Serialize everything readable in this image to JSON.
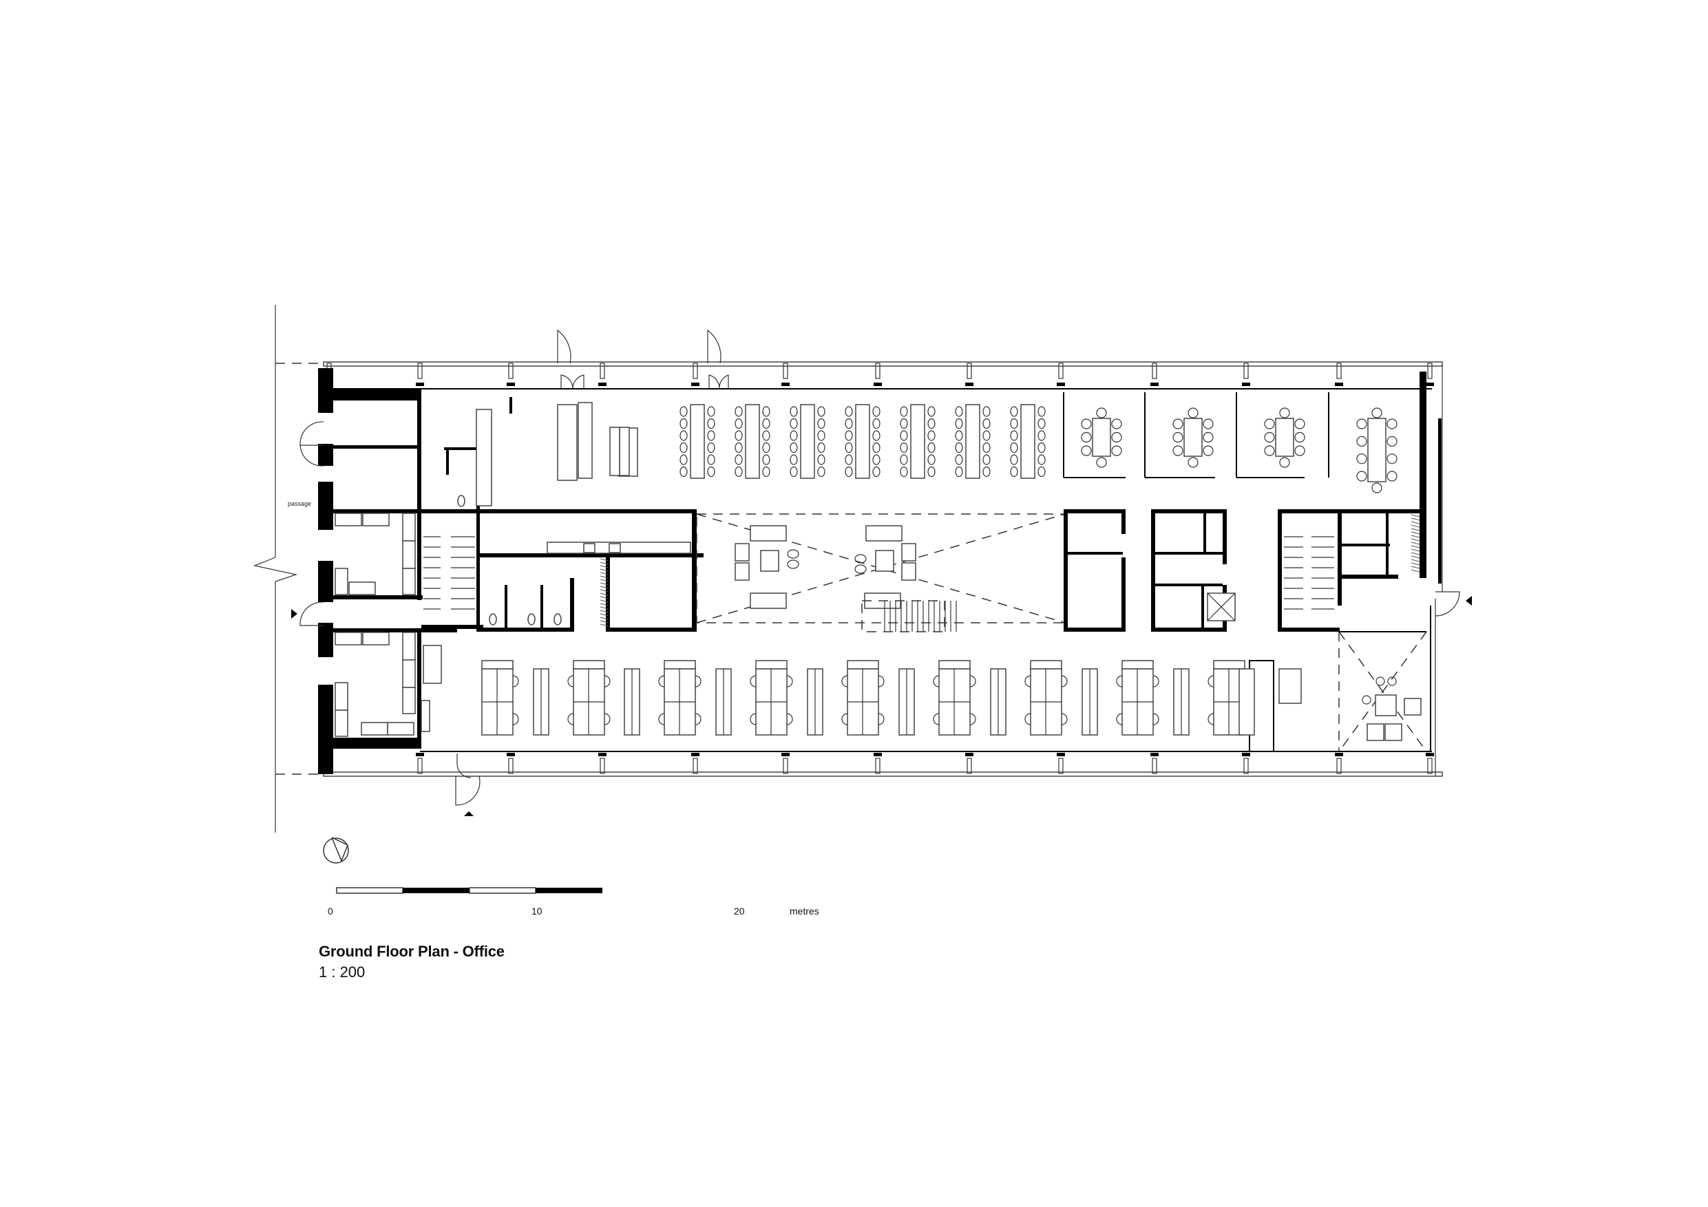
{
  "drawing": {
    "title": "Ground Floor Plan - Office",
    "scale_ratio": "1 : 200",
    "room_labels": {
      "passage": "passage"
    },
    "scale_bar": {
      "ticks": [
        "0",
        "10",
        "20"
      ],
      "unit": "metres",
      "segments": [
        "white",
        "black",
        "white",
        "black"
      ]
    },
    "north_arrow": "north-arrow",
    "entrance_markers": [
      "west-entrance",
      "south-entrance",
      "east-entrance"
    ],
    "colors": {
      "wall": "#000000",
      "line": "#333333",
      "background": "#ffffff"
    },
    "zones": [
      {
        "name": "training-room",
        "tables": 7,
        "chairs_per_table": 12
      },
      {
        "name": "meeting-room-1",
        "tables": 1,
        "chairs": 8
      },
      {
        "name": "meeting-room-2",
        "tables": 1,
        "chairs": 8
      },
      {
        "name": "meeting-room-3",
        "tables": 1,
        "chairs": 8
      },
      {
        "name": "meeting-room-4",
        "tables": 1,
        "chairs": 10
      },
      {
        "name": "atrium-lounge",
        "seating_groups": 2
      },
      {
        "name": "open-office",
        "desk_clusters": 10
      },
      {
        "name": "reception-lounge"
      }
    ]
  }
}
